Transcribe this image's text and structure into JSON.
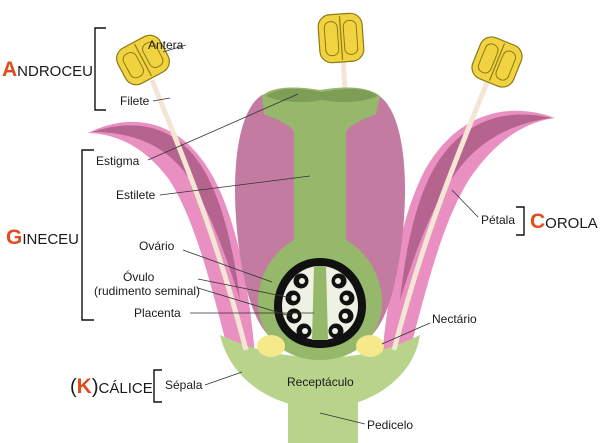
{
  "colors": {
    "petal_dark": "#b5648f",
    "petal_light": "#e98fc2",
    "petal_inner": "#c47ba1",
    "pistil_green": "#95b86a",
    "pistil_dark": "#7e9e55",
    "sepal_green": "#b8d48b",
    "anther_yellow": "#f1d342",
    "anther_outline": "#8d7a12",
    "filament": "#f3e6d4",
    "nectary_yellow": "#f5e98c",
    "ovary_black": "#111111",
    "ovary_inner": "#eef2e4",
    "accent": "#e04c1c"
  },
  "labels": {
    "antera": "Antera",
    "filete": "Filete",
    "estigma": "Estigma",
    "estilete": "Estilete",
    "ovario": "Ovário",
    "ovulo": "Óvulo",
    "rudimento": "(rudimento seminal)",
    "placenta": "Placenta",
    "sepala": "Sépala",
    "receptaculo": "Receptáculo",
    "pedicelo": "Pedicelo",
    "nectario": "Nectário",
    "petala": "Pétala"
  },
  "groups": {
    "androceu": {
      "initial": "A",
      "rest": "NDROCEU"
    },
    "gineceu": {
      "initial": "G",
      "rest": "INECEU"
    },
    "corola": {
      "initial": "C",
      "rest": "OROLA"
    },
    "calice": {
      "open": "(",
      "initial": "K",
      "close": ")",
      "rest": "CÁLICE"
    }
  }
}
